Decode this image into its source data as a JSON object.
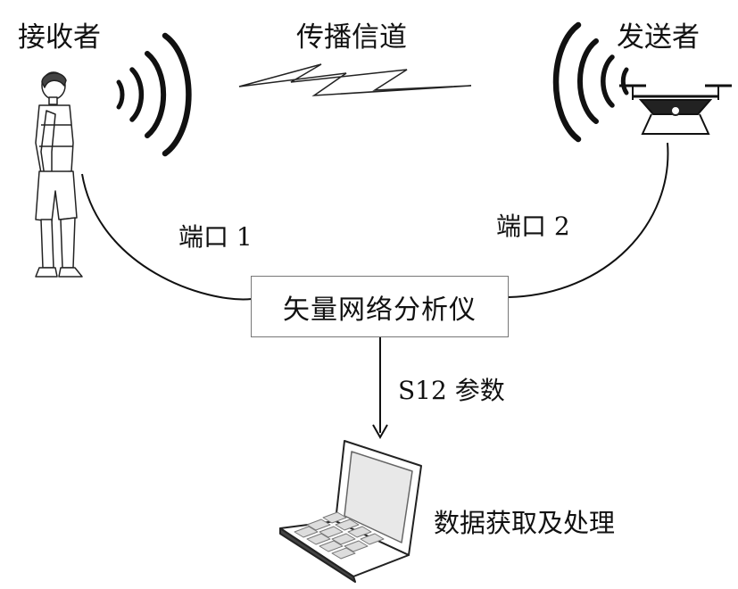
{
  "labels": {
    "receiver": "接收者",
    "channel": "传播信道",
    "sender": "发送者",
    "port1": "端口 1",
    "port2": "端口 2",
    "vna": "矢量网络分析仪",
    "s12": "S12 参数",
    "data_processing": "数据获取及处理"
  },
  "icons": {
    "receiver": "person-icon",
    "receiver_waves": "signal-waves-icon",
    "channel": "lightning-bolt-icon",
    "sender": "drone-icon",
    "sender_waves": "signal-waves-icon",
    "computer": "laptop-icon"
  },
  "colors": {
    "line": "#111111",
    "box_border": "#777777",
    "icon_fill": "#222222"
  }
}
